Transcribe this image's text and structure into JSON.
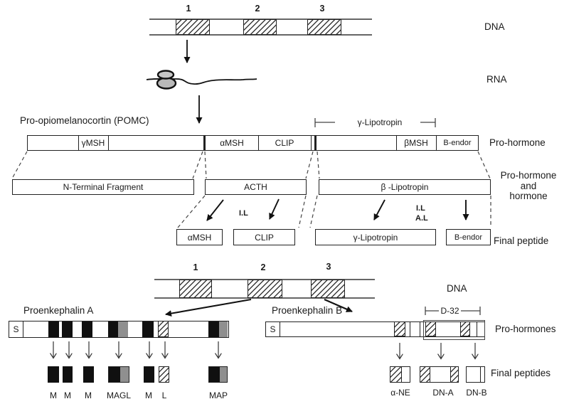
{
  "top": {
    "dna": {
      "label": "DNA",
      "exon1": "1",
      "exon2": "2",
      "exon3": "3"
    },
    "rna_label": "RNA",
    "pomc_title": "Pro-opiomelanocortin (POMC)",
    "gamma_lph_bracket": "γ-Lipotropin",
    "prohormone_row_label": "Pro-hormone",
    "bar": {
      "gmsh": "γMSH",
      "amsh": "αMSH",
      "clip": "CLIP",
      "bmsh": "βMSH",
      "bendor": "B-endor"
    },
    "row2": {
      "nterm": "N-Terminal Fragment",
      "acth": "ACTH",
      "blph": "β -Lipotropin",
      "label1": "Pro-hormone",
      "label2": "and",
      "label3": "hormone"
    },
    "cleavage": {
      "il_left": "I.L",
      "il_right": "I.L",
      "al_right": "A.L"
    },
    "final": {
      "amsh": "αMSH",
      "clip": "CLIP",
      "glph": "γ-Lipotropin",
      "bendor": "B-endor",
      "row_label": "Final peptide"
    }
  },
  "bottom": {
    "dna": {
      "label": "DNA",
      "exon1": "1",
      "exon2": "2",
      "exon3": "3"
    },
    "proenk_a_title": "Proenkephalin A",
    "proenk_b_title": "Proenkephalin B",
    "signal_a": "S",
    "signal_b": "S",
    "d32_label": "D-32",
    "prohormones_row_label": "Pro-hormones",
    "final": {
      "m1": "M",
      "m2": "M",
      "m3": "M",
      "magl": "MAGL",
      "m4": "M",
      "l": "L",
      "map": "MAP",
      "ane": "α-NE",
      "dna_pep": "DN-A",
      "dnb": "DN-B",
      "row_label": "Final peptides"
    }
  },
  "colors": {
    "ink": "#1a1a1a",
    "line": "#333333",
    "gray_fill": "#8f8f8f",
    "black_fill": "#101010"
  }
}
